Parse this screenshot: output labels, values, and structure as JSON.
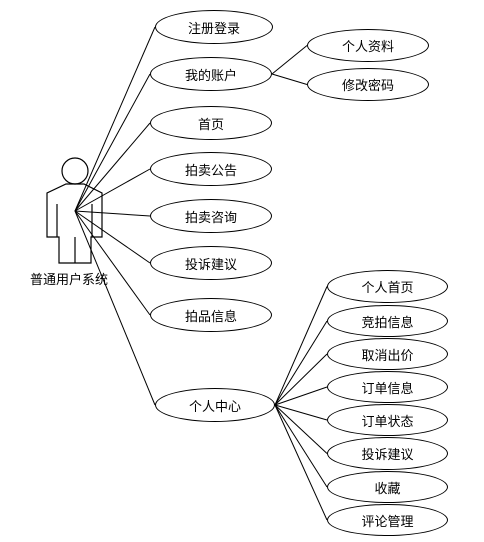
{
  "actor": {
    "label": "普通用户系统"
  },
  "use_cases": [
    {
      "id": "register",
      "label": "注册登录"
    },
    {
      "id": "account",
      "label": "我的账户",
      "children": [
        {
          "id": "profile",
          "label": "个人资料"
        },
        {
          "id": "password",
          "label": "修改密码"
        }
      ]
    },
    {
      "id": "home",
      "label": "首页"
    },
    {
      "id": "announce",
      "label": "拍卖公告"
    },
    {
      "id": "consult",
      "label": "拍卖咨询"
    },
    {
      "id": "complaint",
      "label": "投诉建议"
    },
    {
      "id": "items",
      "label": "拍品信息"
    },
    {
      "id": "center",
      "label": "个人中心",
      "children": [
        {
          "id": "c_home",
          "label": "个人首页"
        },
        {
          "id": "c_bid",
          "label": "竞拍信息"
        },
        {
          "id": "c_cancel",
          "label": "取消出价"
        },
        {
          "id": "c_order",
          "label": "订单信息"
        },
        {
          "id": "c_status",
          "label": "订单状态"
        },
        {
          "id": "c_complaint",
          "label": "投诉建议"
        },
        {
          "id": "c_fav",
          "label": "收藏"
        },
        {
          "id": "c_review",
          "label": "评论管理"
        }
      ]
    }
  ]
}
